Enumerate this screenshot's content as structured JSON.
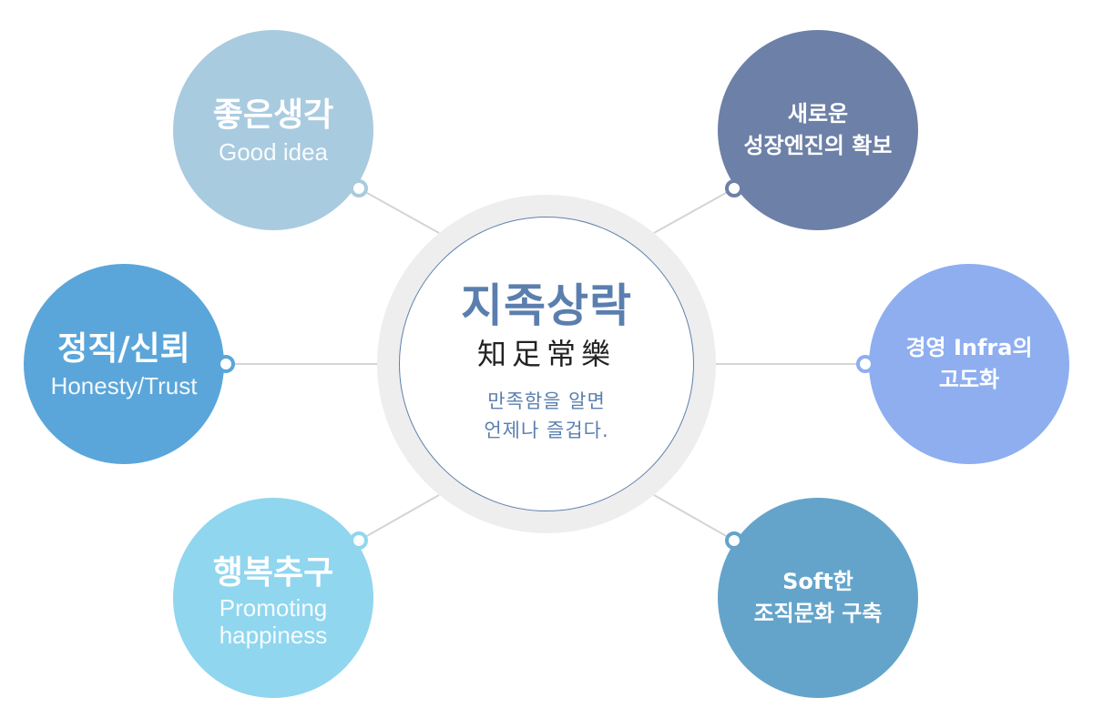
{
  "center": {
    "title": "지족상락",
    "hanja": "知足常樂",
    "desc_line1": "만족함을 알면",
    "desc_line2": "언제나 즐겁다."
  },
  "nodes": {
    "good_idea": {
      "title": "좋은생각",
      "subtitle": "Good idea",
      "color": "#a9cbe0"
    },
    "honesty": {
      "title": "정직/신뢰",
      "subtitle": "Honesty/Trust",
      "color": "#5aa6da"
    },
    "happiness": {
      "title": "행복추구",
      "subtitle_line1": "Promoting",
      "subtitle_line2": "happiness",
      "color": "#90d6ef"
    },
    "growth": {
      "line1": "새로운",
      "line2": "성장엔진의 확보",
      "color": "#6d80a7"
    },
    "infra": {
      "line1": "경영 Infra의",
      "line2": "고도화",
      "color": "#8eaef0"
    },
    "culture": {
      "line1": "Soft한",
      "line2": "조직문화 구축",
      "color": "#64a4ca"
    }
  },
  "colors": {
    "center_text": "#5a7fae",
    "connector": "#d4d4d4",
    "center_ring": "#eeeeee"
  }
}
